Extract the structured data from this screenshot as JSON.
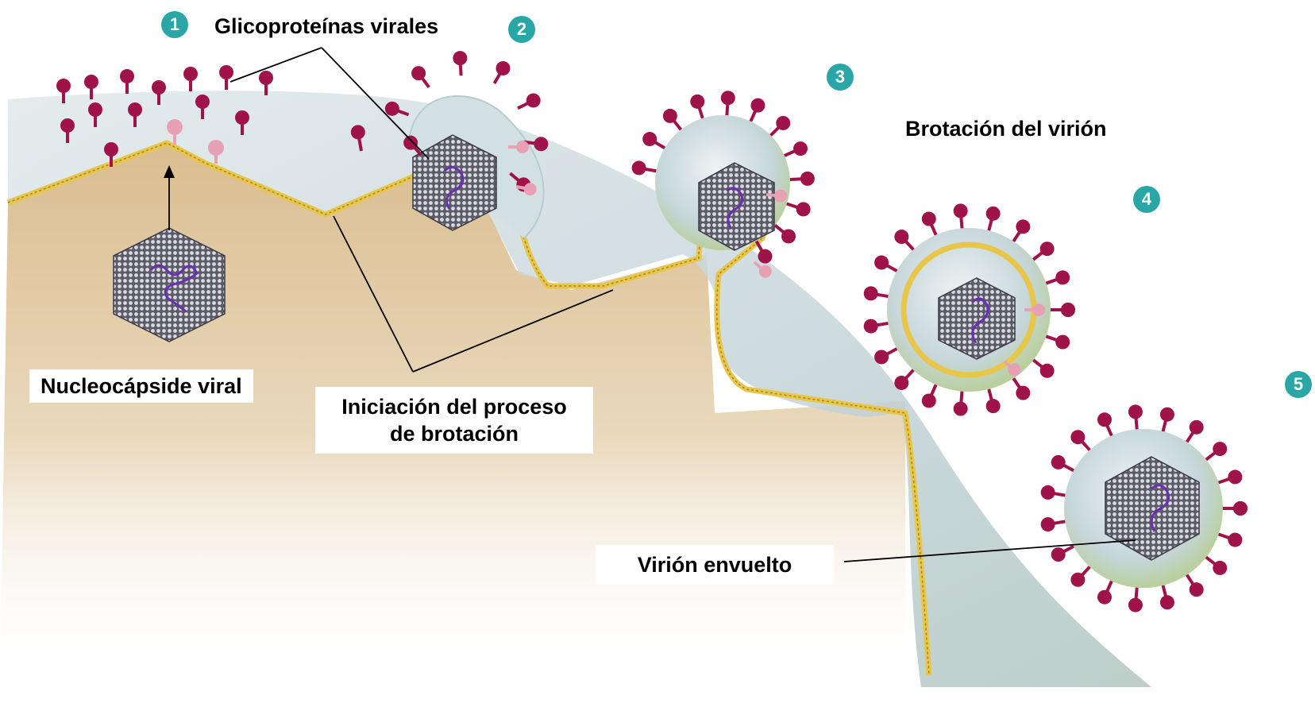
{
  "labels": {
    "glycoproteins": "Glicoproteínas virales",
    "nucleocapsid": "Nucleocápside viral",
    "budding_start_line1": "Iniciación del proceso",
    "budding_start_line2": "de brotación",
    "virion_budding": "Brotación del virión",
    "enveloped_virion": "Virión envuelto"
  },
  "steps": [
    "1",
    "2",
    "3",
    "4",
    "5"
  ],
  "colors": {
    "step_badge": "#2aa6a6",
    "glycoprotein_head": "#a0124a",
    "glycoprotein_head_pink": "#e8a0b4",
    "membrane_bilayer": "#e8c64a",
    "envelope": "#c9d9dd",
    "cytoplasm": "#e4cfae",
    "rna": "#6a2fb0",
    "capsid": "#6b6b78"
  }
}
